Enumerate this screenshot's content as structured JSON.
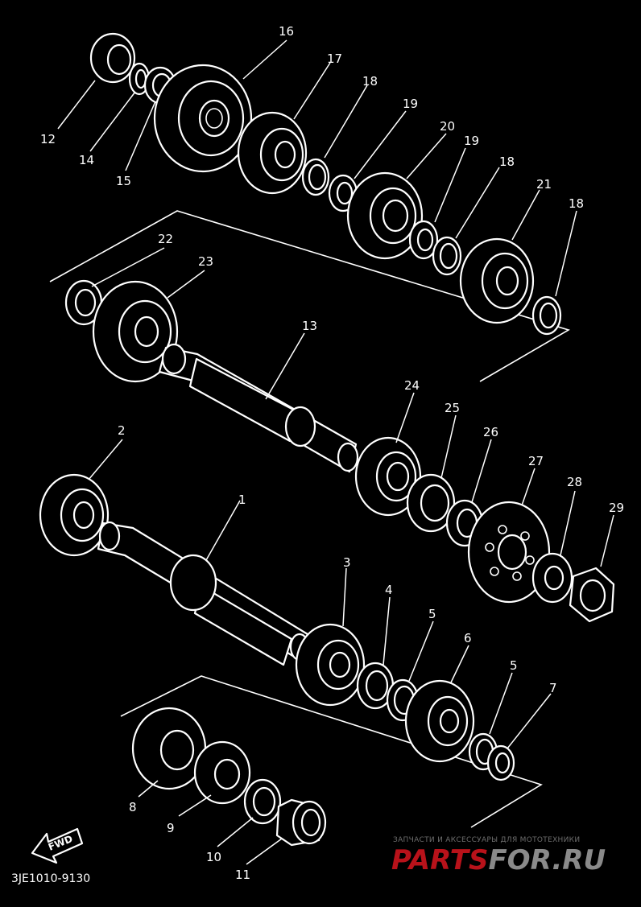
{
  "diagram": {
    "callouts": [
      "1",
      "2",
      "3",
      "4",
      "5",
      "5",
      "6",
      "7",
      "8",
      "9",
      "10",
      "11",
      "12",
      "13",
      "14",
      "15",
      "16",
      "17",
      "18",
      "18",
      "18",
      "19",
      "19",
      "20",
      "21",
      "22",
      "23",
      "24",
      "25",
      "26",
      "27",
      "28",
      "29"
    ],
    "drawing_code": "3JE1010-9130",
    "direction_label": "FWD"
  },
  "watermark": {
    "tagline": "ЗАПЧАСТИ И АКСЕССУАРЫ ДЛЯ МОТОТЕХНИКИ",
    "brand_left": "PARTS",
    "brand_right": "FOR.RU",
    "colors": {
      "red": "#b8121a",
      "gray": "#8a8a8a"
    }
  }
}
